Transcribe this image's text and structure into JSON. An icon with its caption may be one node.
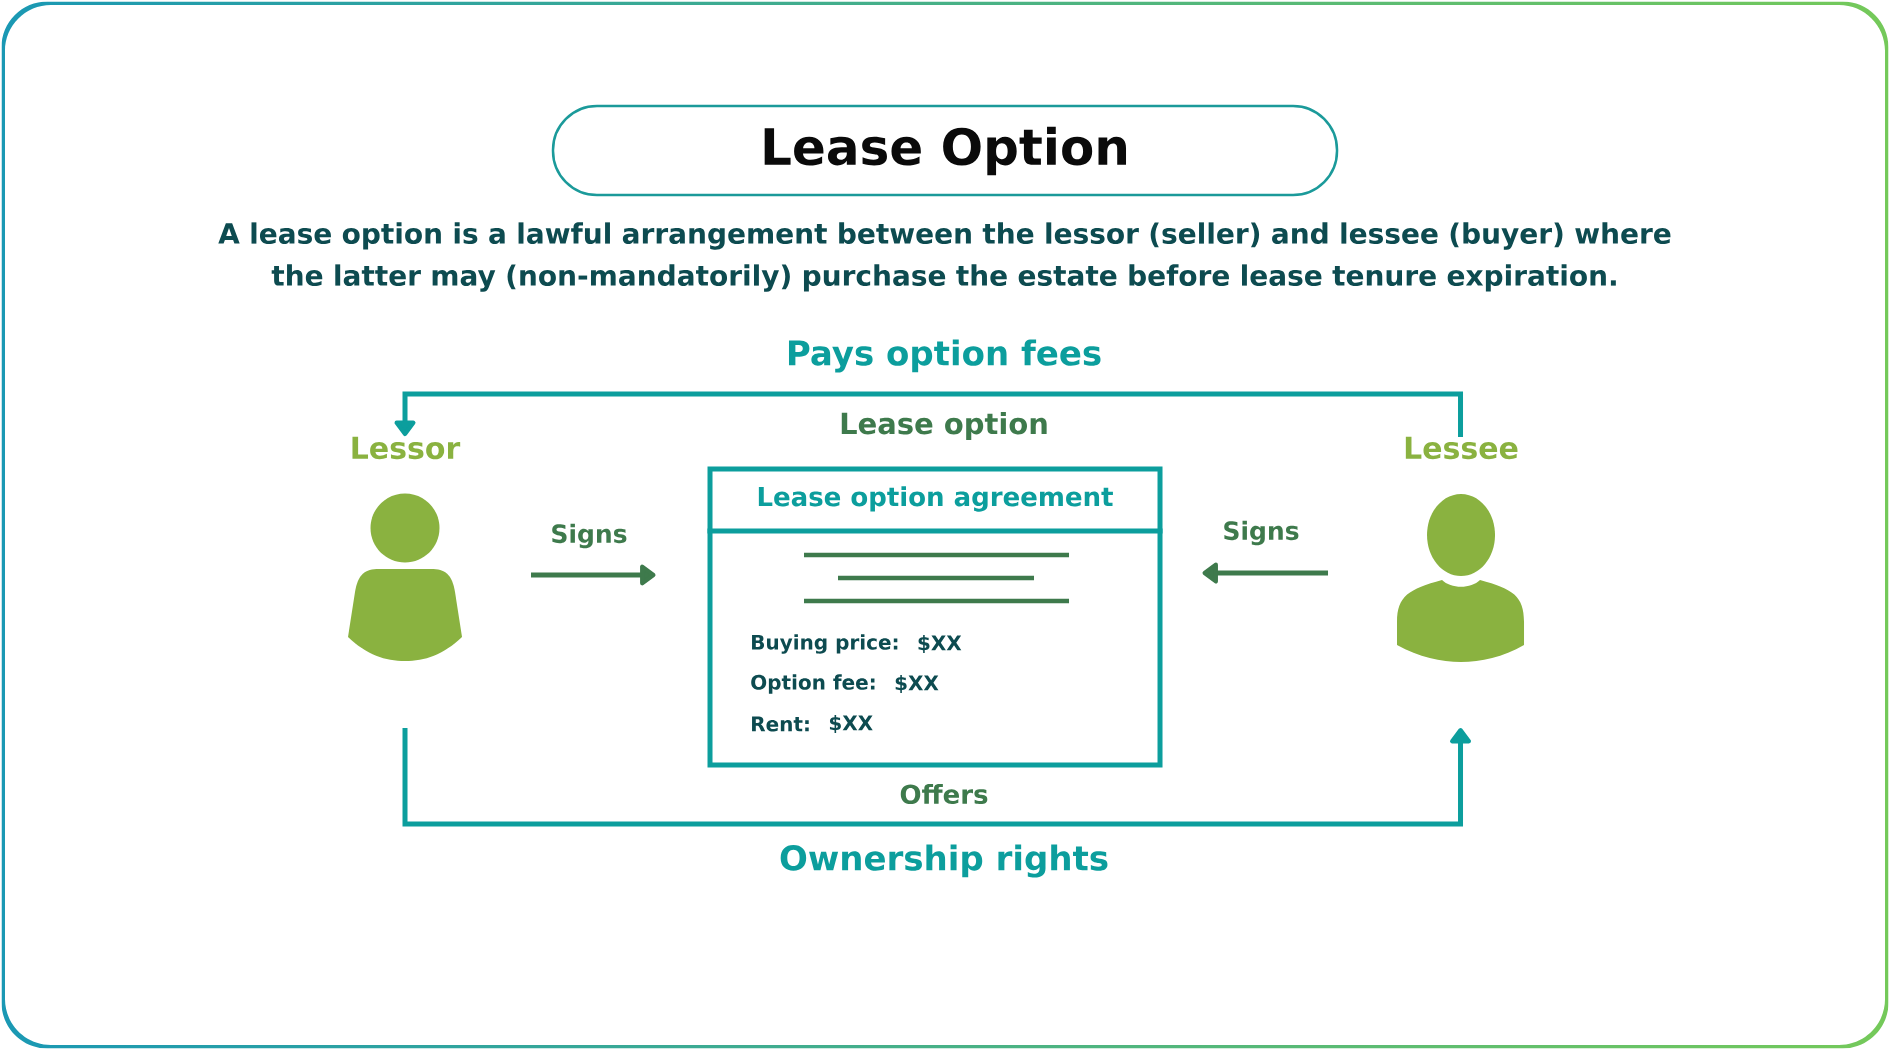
{
  "diagram": {
    "title": "Lease Option",
    "nodes": [
      {
        "text": [
          "Lessor"
        ]
      },
      {
        "text": [
          "Lease option agreement",
          "Buying price:",
          "$XX",
          "Option fee:",
          "$XX",
          "Rent:",
          "$XX"
        ]
      },
      {
        "text": [
          "Lessee"
        ]
      }
    ],
    "edges": [
      {
        "from": 2,
        "to": 0,
        "arrow": "to",
        "label": "Pays option fees"
      },
      {
        "from": 0,
        "to": 1,
        "arrow": "to",
        "label": "Signs",
        "color": "#3e7a4c"
      },
      {
        "from": 2,
        "to": 1,
        "arrow": "to",
        "label": "Signs",
        "color": "#3e7a4c"
      },
      {
        "from": 0,
        "to": 2,
        "arrow": "to",
        "label": "Ownership rights"
      }
    ],
    "labels": [
      "A lease option is a lawful arrangement between the lessor (seller) and lessee (buyer) where the latter may (non-mandatorily) purchase the estate before lease tenure expiration.",
      "Lease option",
      "Offers"
    ]
  }
}
